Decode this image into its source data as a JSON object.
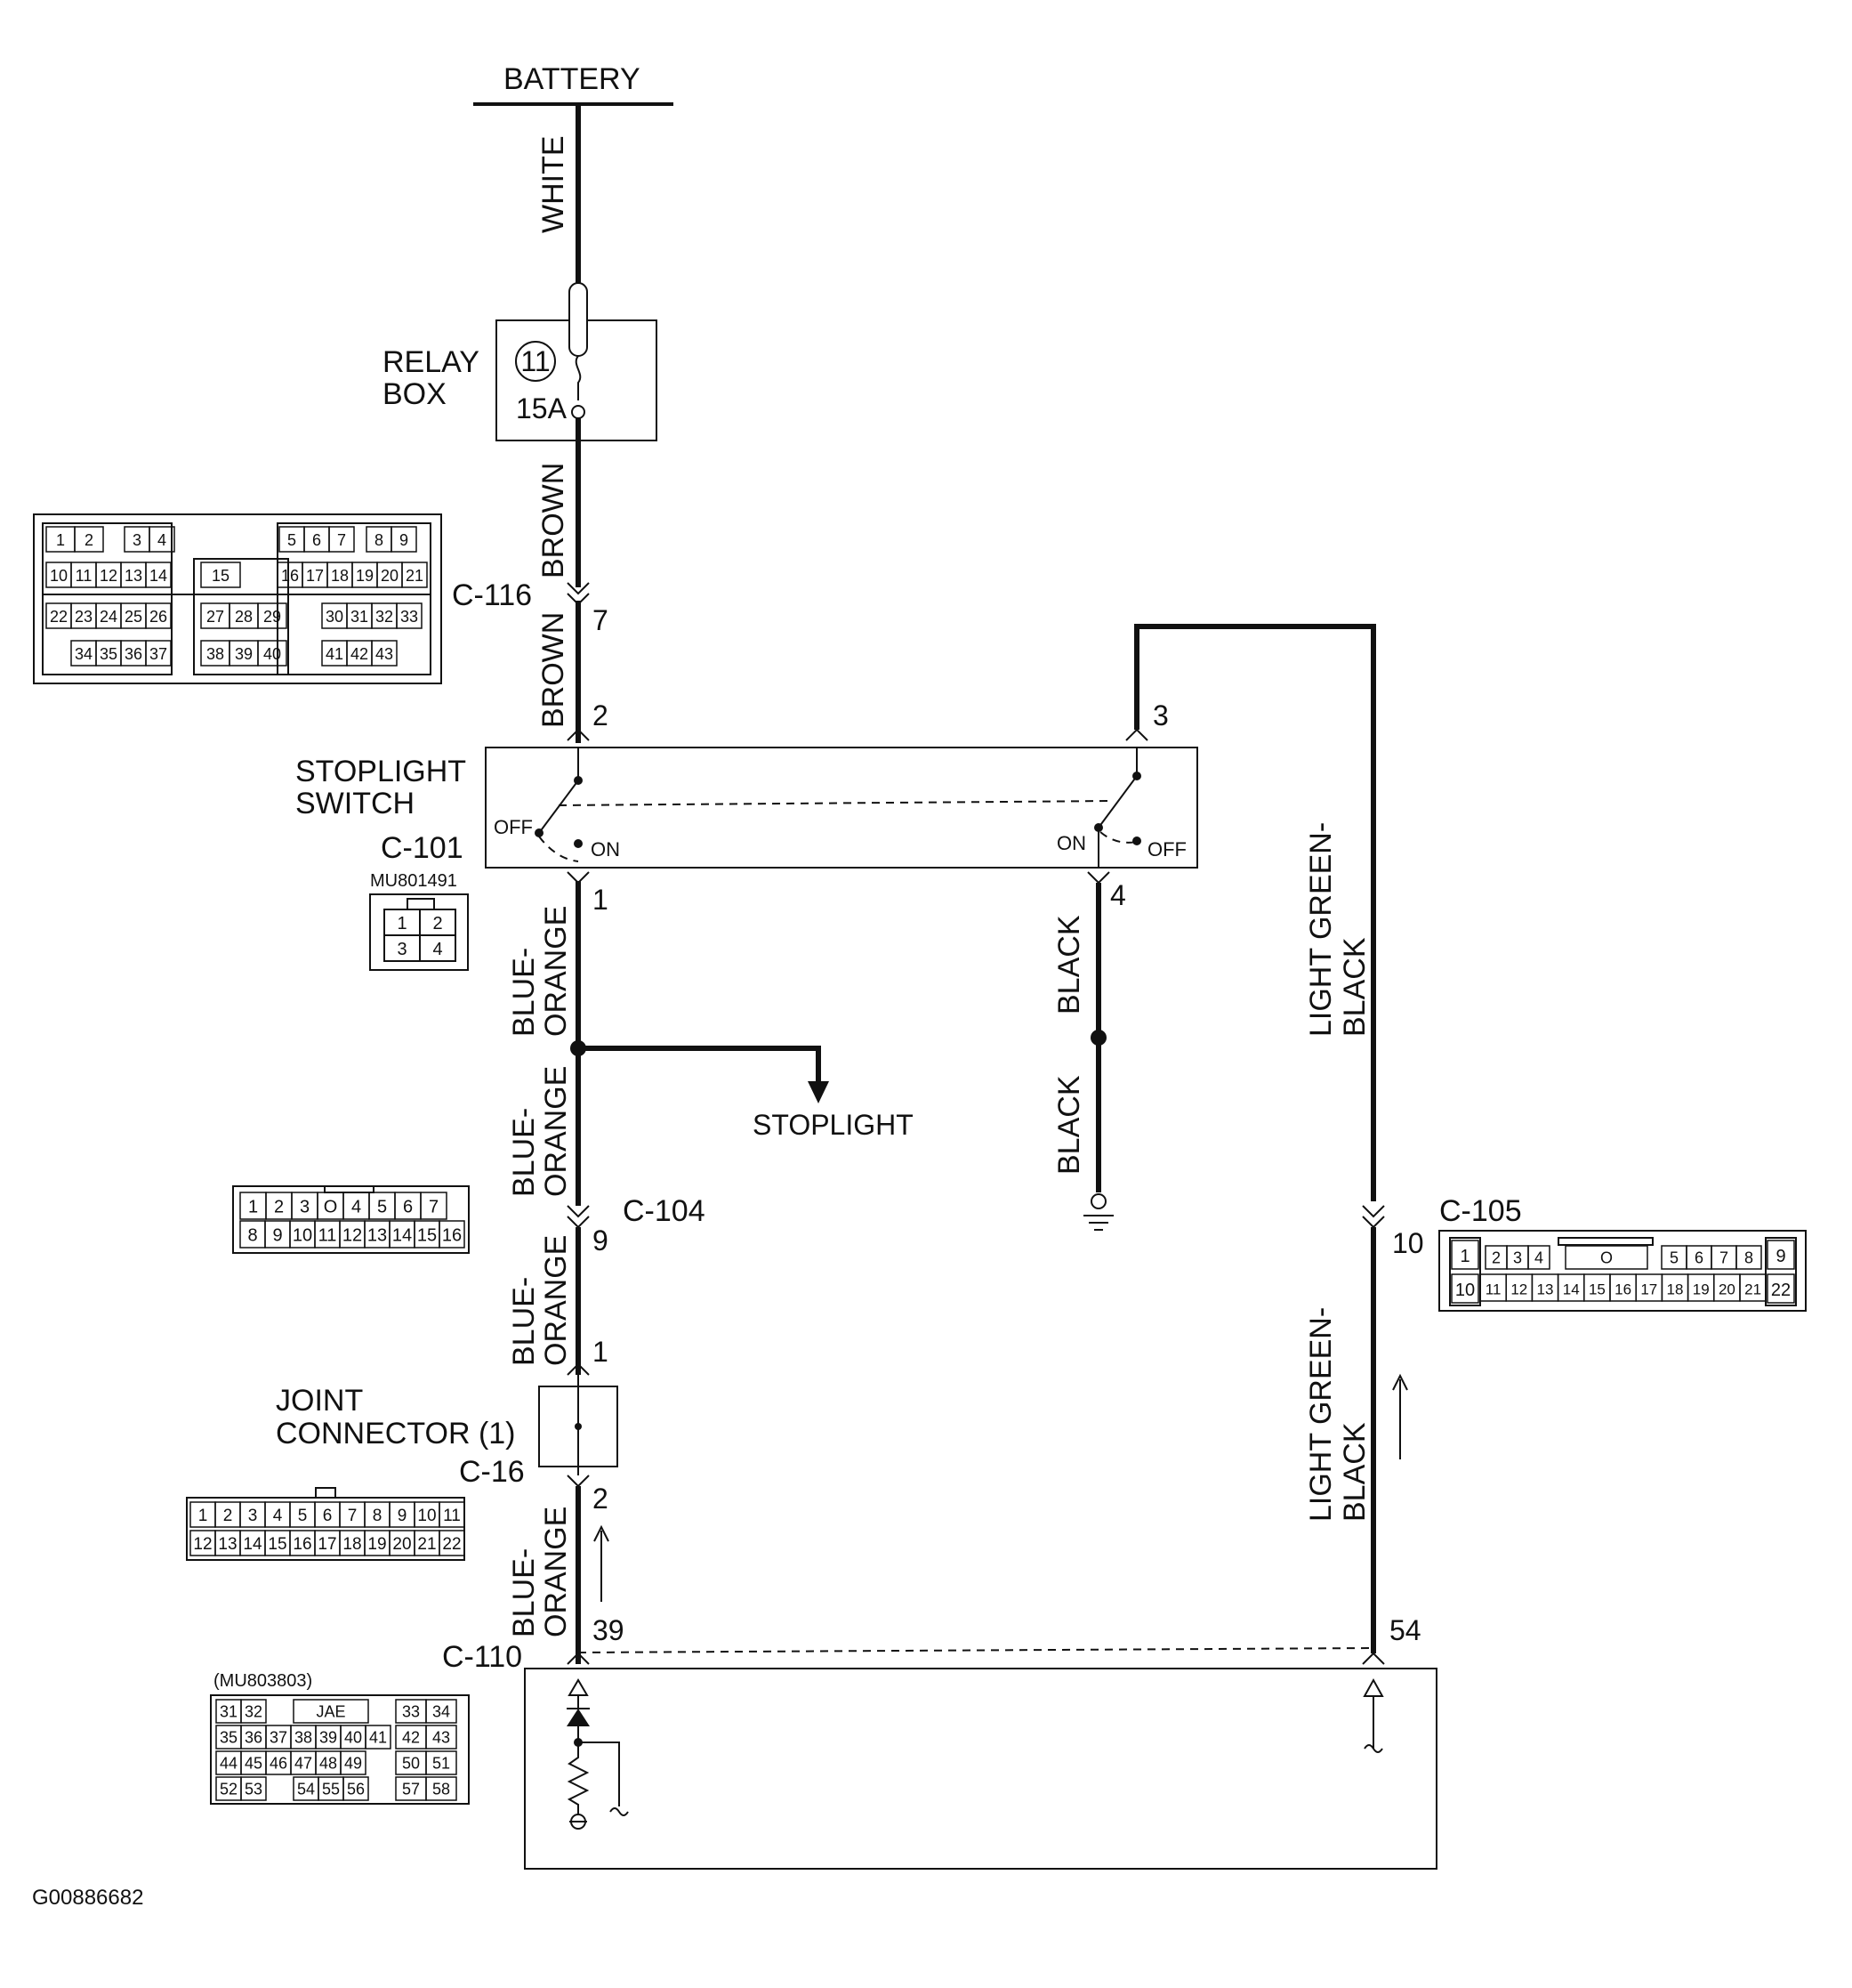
{
  "battery": {
    "label": "BATTERY"
  },
  "relay_box": {
    "label_line1": "RELAY",
    "label_line2": "BOX",
    "fuse_number": "11",
    "fuse_rating": "15A"
  },
  "stoplight_switch": {
    "label_line1": "STOPLIGHT",
    "label_line2": "SWITCH",
    "connector": "C-101",
    "part_number": "MU801491",
    "off_left": "OFF",
    "on_left": "ON",
    "on_right": "ON",
    "off_right": "OFF",
    "pin_grid": [
      "1",
      "2",
      "3",
      "4"
    ]
  },
  "joint_connector": {
    "label_line1": "JOINT",
    "label_line2": "CONNECTOR (1)",
    "connector": "C-16"
  },
  "stoplight_label": "STOPLIGHT",
  "connectors": {
    "c116": "C-116",
    "c104": "C-104",
    "c105": "C-105",
    "c110": "C-110",
    "c110_part_number": "(MU803803)",
    "c110_maker": "JAE"
  },
  "pins": {
    "c116_7": "7",
    "sw_2": "2",
    "sw_3": "3",
    "sw_1": "1",
    "sw_4": "4",
    "c104_9": "9",
    "jc_1": "1",
    "jc_2": "2",
    "c110_39": "39",
    "c110_54": "54",
    "c105_10": "10"
  },
  "wires": {
    "white": "WHITE",
    "brown": "BROWN",
    "blue_orange_1": "BLUE-",
    "blue_orange_2": "ORANGE",
    "black": "BLACK",
    "light_green_1": "LIGHT GREEN-",
    "light_green_2": "BLACK"
  },
  "c116_grid": {
    "row1_left": [
      "1",
      "2",
      "3",
      "4"
    ],
    "row1_right": [
      "5",
      "6",
      "7",
      "8",
      "9"
    ],
    "row2_left": [
      "10",
      "11",
      "12",
      "13",
      "14"
    ],
    "row2_mid": "15",
    "row2_right": [
      "16",
      "17",
      "18",
      "19",
      "20",
      "21"
    ],
    "row3_left": [
      "22",
      "23",
      "24",
      "25",
      "26"
    ],
    "row3_mid": [
      "27",
      "28",
      "29"
    ],
    "row3_right": [
      "30",
      "31",
      "32",
      "33"
    ],
    "row4_left": [
      "34",
      "35",
      "36",
      "37"
    ],
    "row4_mid": [
      "38",
      "39",
      "40"
    ],
    "row4_right": [
      "41",
      "42",
      "43"
    ]
  },
  "c104_grid": {
    "row1": [
      "1",
      "2",
      "3",
      "O",
      "4",
      "5",
      "6",
      "7"
    ],
    "row2": [
      "8",
      "9",
      "10",
      "11",
      "12",
      "13",
      "14",
      "15",
      "16"
    ]
  },
  "c105_grid": {
    "row1": [
      "1",
      "2",
      "3",
      "4",
      "O",
      "5",
      "6",
      "7",
      "8",
      "9"
    ],
    "row2": [
      "10",
      "11",
      "12",
      "13",
      "14",
      "15",
      "16",
      "17",
      "18",
      "19",
      "20",
      "21",
      "22"
    ]
  },
  "c16_grid": {
    "row1": [
      "1",
      "2",
      "3",
      "4",
      "5",
      "6",
      "7",
      "8",
      "9",
      "10",
      "11"
    ],
    "row2": [
      "12",
      "13",
      "14",
      "15",
      "16",
      "17",
      "18",
      "19",
      "20",
      "21",
      "22"
    ]
  },
  "c110_grid": {
    "row1": [
      "31",
      "32",
      "JAE",
      "33",
      "34"
    ],
    "row2": [
      "35",
      "36",
      "37",
      "38",
      "39",
      "40",
      "41",
      "42",
      "43"
    ],
    "row3": [
      "44",
      "45",
      "46",
      "47",
      "48",
      "49",
      "50",
      "51"
    ],
    "row4": [
      "52",
      "53",
      "54",
      "55",
      "56",
      "57",
      "58"
    ]
  },
  "figure_id": "G00886682"
}
